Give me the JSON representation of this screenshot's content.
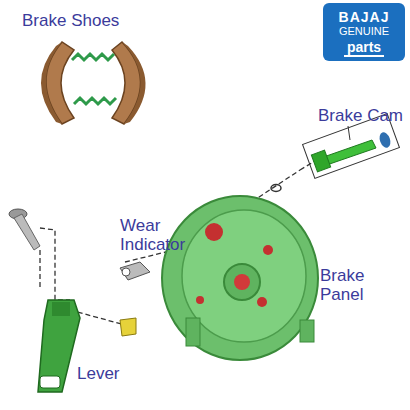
{
  "diagram": {
    "nodes": [
      {
        "text": [
          "BAJAJ",
          "GENUINE",
          "parts"
        ]
      }
    ],
    "labels": [
      "Brake Shoes",
      "Brake Cam",
      "Wear Indicator",
      "Brake Panel",
      "Lever"
    ]
  }
}
